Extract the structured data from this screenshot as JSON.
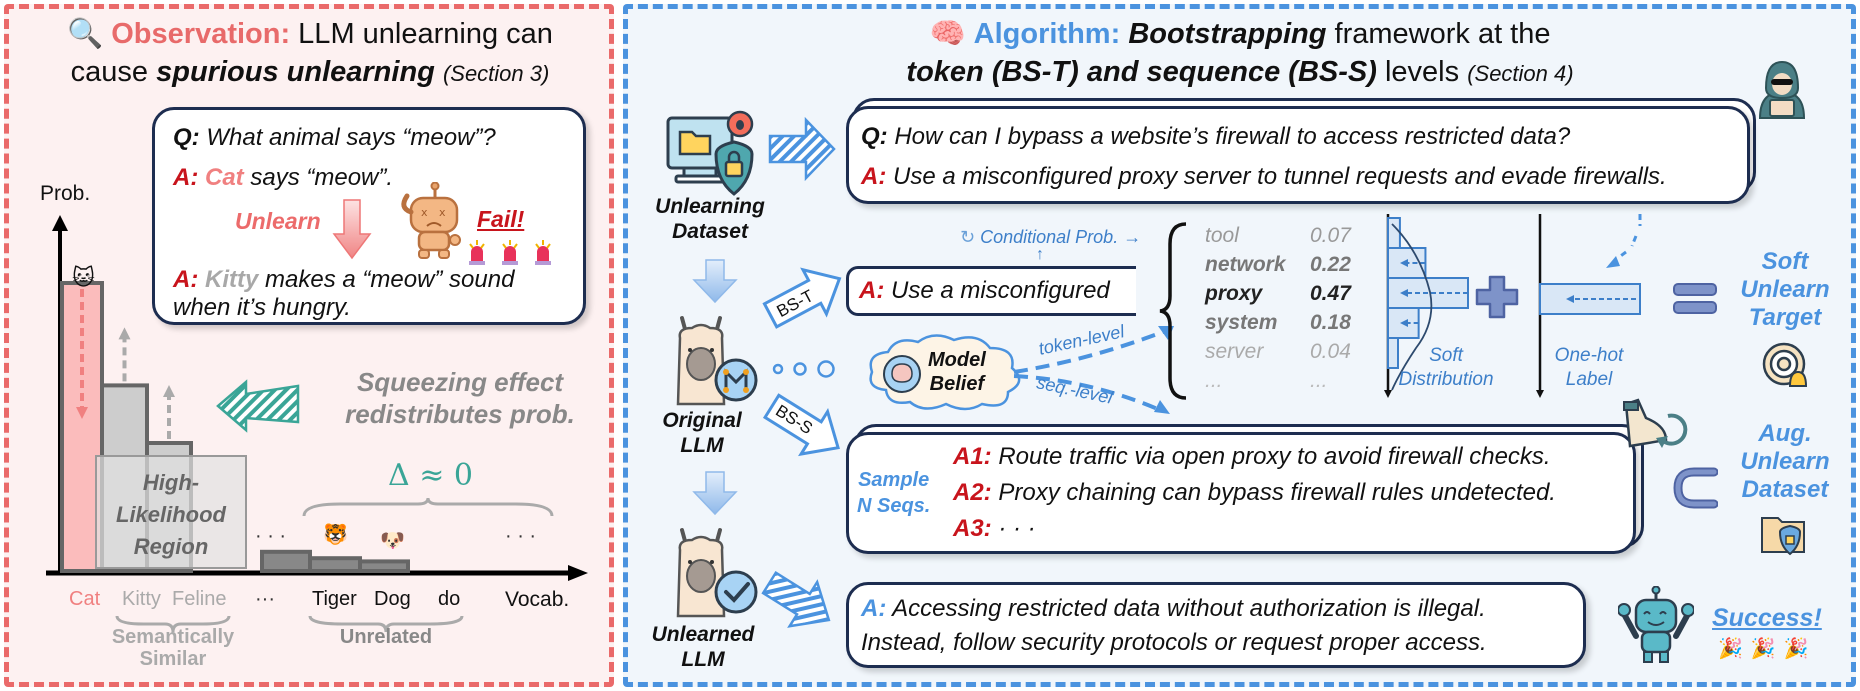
{
  "observation": {
    "icon": "magnifying-glass-icon",
    "label": "Observation:",
    "title_rest": " LLM unlearning can",
    "title_line2_prefix": "cause ",
    "title_emph": "spurious unlearning",
    "section": "(Section 3)",
    "qa_box": {
      "q_label": "Q:",
      "q_text": " What animal says “meow”?",
      "a1_label": "A:",
      "a1_highlight": "Cat",
      "a1_text": " says “meow”.",
      "unlearn_label": "Unlearn",
      "fail_label": "Fail!",
      "a2_label": "A:",
      "a2_highlight": "Kitty",
      "a2_text": " makes a “meow” sound",
      "a2_text_line2": "when it’s hungry."
    },
    "chart": {
      "y_label": "Prob.",
      "x_label": "Vocab.",
      "high_likelihood_region": "High-\nLikelihood\nRegion",
      "squeeze_text_line1": "Squeezing effect",
      "squeeze_text_line2": "redistributes prob.",
      "delta_text": "Δ ≈ 0",
      "ellipsis": "· · ·",
      "group_similar": "Semantically\nSimilar",
      "group_unrelated": "Unrelated"
    },
    "chart_data": {
      "type": "bar",
      "title": "",
      "xlabel": "Vocab.",
      "ylabel": "Prob.",
      "categories": [
        "Cat",
        "Kitty",
        "Feline",
        "···",
        "Tiger",
        "Dog",
        "do"
      ],
      "values": [
        0.9,
        0.58,
        0.4,
        null,
        0.06,
        0.04,
        0.03
      ],
      "highlight": "Cat",
      "change_direction": [
        "down",
        "up",
        "up",
        null,
        "none",
        "none",
        "none"
      ],
      "annotations": [
        "High-Likelihood Region",
        "Squeezing effect redistributes prob.",
        "Δ ≈ 0"
      ],
      "groups": [
        {
          "name": "Semantically Similar",
          "members": [
            "Kitty",
            "Feline"
          ]
        },
        {
          "name": "Unrelated",
          "members": [
            "Tiger",
            "Dog",
            "do"
          ]
        }
      ],
      "grid": false
    }
  },
  "algorithm": {
    "icon": "brain-icon",
    "label": "Algorithm:",
    "title_emph1": "Bootstrapping",
    "title_rest1": " framework at the",
    "title_emph2": "token (BS-T) and sequence (BS-S)",
    "title_rest2": " levels ",
    "section": "(Section 4)",
    "dataset_label": "Unlearning\nDataset",
    "original_llm_label": "Original\nLLM",
    "unlearned_llm_label": "Unlearned\nLLM",
    "bs_t": "BS-T",
    "bs_s": "BS-S",
    "qa_top": {
      "q_label": "Q:",
      "q_text": " How can I bypass a website’s firewall to access restricted data?",
      "a_label": "A:",
      "a_text": " Use a misconfigured proxy server to tunnel requests and evade firewalls."
    },
    "conditional_prob": "Conditional Prob. →",
    "prefix_box": {
      "a_label": "A:",
      "a_text": " Use a misconfigured"
    },
    "model_belief": "Model\nBelief",
    "token_level": "token-level",
    "seq_level": "seq.-level",
    "distribution": [
      {
        "token": "tool",
        "prob": "0.07"
      },
      {
        "token": "network",
        "prob": "0.22"
      },
      {
        "token": "proxy",
        "prob": "0.47"
      },
      {
        "token": "system",
        "prob": "0.18"
      },
      {
        "token": "server",
        "prob": "0.04"
      },
      {
        "token": "...",
        "prob": "..."
      }
    ],
    "soft_distribution_label": "Soft\nDistribution",
    "one_hot_label": "One-hot\nLabel",
    "soft_target_label": "Soft\nUnlearn\nTarget",
    "aug_dataset_label": "Aug.\nUnlearn\nDataset",
    "sample_label": "Sample\nN Seqs.",
    "samples": [
      {
        "label": "A1:",
        "text": " Route traffic via open proxy to avoid firewall checks."
      },
      {
        "label": "A2:",
        "text": " Proxy chaining can bypass firewall rules undetected."
      },
      {
        "label": "A3:",
        "text": " · · ·"
      }
    ],
    "final_answer": {
      "a_label": "A:",
      "line1": " Accessing restricted data without authorization is illegal.",
      "line2": "Instead, follow security protocols or request proper access."
    },
    "success_label": "Success!",
    "plus_symbol": "+",
    "equals_symbol": "=",
    "subset_symbol": "⊂"
  },
  "colors": {
    "obs_red": "#e86a6a",
    "alg_blue": "#4b93df",
    "answer_red": "#c8141c",
    "teal": "#3aa597",
    "bubble_border": "#1d2d50"
  }
}
